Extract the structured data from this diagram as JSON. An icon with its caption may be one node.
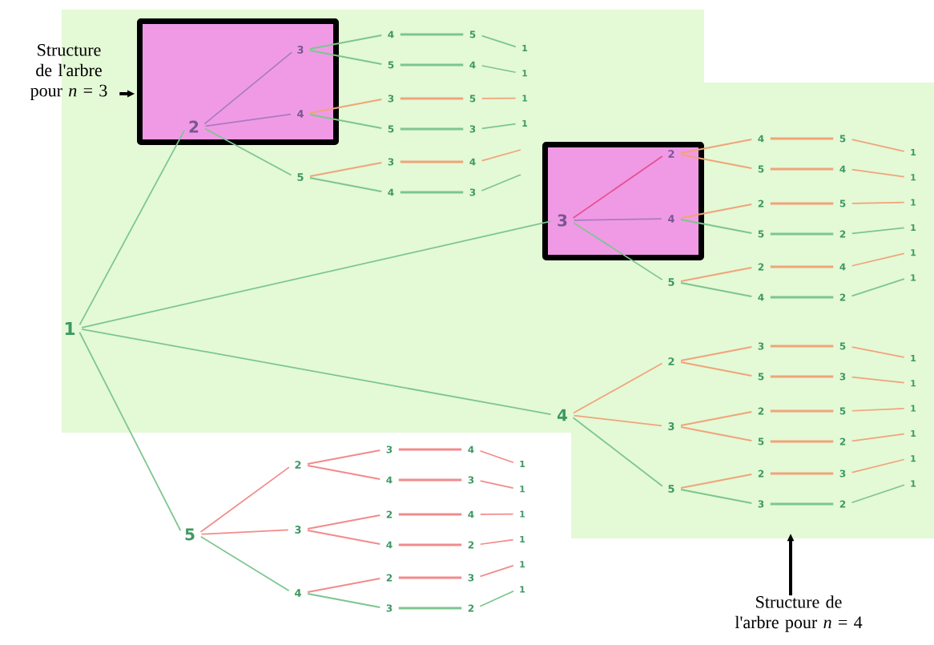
{
  "diagram": {
    "nodes": [
      {
        "text": [
          "Structure de l'arbre pour *n* = 3"
        ]
      },
      {
        "text": [],
        "shape": "box"
      },
      {
        "text": [
          "1"
        ]
      },
      {
        "text": [
          "2"
        ],
        "in": 1
      },
      {
        "text": [
          "3"
        ],
        "in": 1
      },
      {
        "text": [
          "4"
        ]
      },
      {
        "text": [
          "5"
        ]
      },
      {
        "text": [
          "1"
        ]
      },
      {
        "text": [
          "5"
        ]
      },
      {
        "text": [
          "4"
        ]
      },
      {
        "text": [
          "1"
        ]
      },
      {
        "text": [
          "4"
        ],
        "in": 1
      },
      {
        "text": [
          "3"
        ]
      },
      {
        "text": [
          "5"
        ]
      },
      {
        "text": [
          "1"
        ]
      },
      {
        "text": [
          "5"
        ]
      },
      {
        "text": [
          "3"
        ]
      },
      {
        "text": [
          "1"
        ]
      },
      {
        "text": [
          "5"
        ]
      },
      {
        "text": [
          "3"
        ]
      },
      {
        "text": [
          "4"
        ]
      },
      {
        "text": [
          "4"
        ]
      },
      {
        "text": [
          "3"
        ]
      },
      {
        "text": [],
        "shape": "box"
      },
      {
        "text": [
          "3"
        ],
        "in": 23
      },
      {
        "text": [
          "2"
        ],
        "in": 23
      },
      {
        "text": [
          "4"
        ]
      },
      {
        "text": [
          "5"
        ]
      },
      {
        "text": [
          "1"
        ]
      },
      {
        "text": [
          "5"
        ]
      },
      {
        "text": [
          "4"
        ]
      },
      {
        "text": [
          "1"
        ]
      },
      {
        "text": [
          "4"
        ],
        "in": 23
      },
      {
        "text": [
          "2"
        ]
      },
      {
        "text": [
          "5"
        ]
      },
      {
        "text": [
          "1"
        ]
      },
      {
        "text": [
          "5"
        ]
      },
      {
        "text": [
          "2"
        ]
      },
      {
        "text": [
          "1"
        ]
      },
      {
        "text": [
          "5"
        ]
      },
      {
        "text": [
          "2"
        ]
      },
      {
        "text": [
          "4"
        ]
      },
      {
        "text": [
          "1"
        ]
      },
      {
        "text": [
          "4"
        ]
      },
      {
        "text": [
          "2"
        ]
      },
      {
        "text": [
          "1"
        ]
      },
      {
        "text": [
          "4"
        ]
      },
      {
        "text": [
          "2"
        ]
      },
      {
        "text": [
          "3"
        ]
      },
      {
        "text": [
          "5"
        ]
      },
      {
        "text": [
          "1"
        ]
      },
      {
        "text": [
          "5"
        ]
      },
      {
        "text": [
          "3"
        ]
      },
      {
        "text": [
          "1"
        ]
      },
      {
        "text": [
          "3"
        ]
      },
      {
        "text": [
          "2"
        ]
      },
      {
        "text": [
          "5"
        ]
      },
      {
        "text": [
          "1"
        ]
      },
      {
        "text": [
          "5"
        ]
      },
      {
        "text": [
          "2"
        ]
      },
      {
        "text": [
          "1"
        ]
      },
      {
        "text": [
          "5"
        ]
      },
      {
        "text": [
          "2"
        ]
      },
      {
        "text": [
          "3"
        ]
      },
      {
        "text": [
          "1"
        ]
      },
      {
        "text": [
          "3"
        ]
      },
      {
        "text": [
          "2"
        ]
      },
      {
        "text": [
          "1"
        ]
      },
      {
        "text": [
          "5"
        ]
      },
      {
        "text": [
          "2"
        ]
      },
      {
        "text": [
          "3"
        ]
      },
      {
        "text": [
          "4"
        ]
      },
      {
        "text": [
          "1"
        ]
      },
      {
        "text": [
          "4"
        ]
      },
      {
        "text": [
          "3"
        ]
      },
      {
        "text": [
          "1"
        ]
      },
      {
        "text": [
          "3"
        ]
      },
      {
        "text": [
          "2"
        ]
      },
      {
        "text": [
          "4"
        ]
      },
      {
        "text": [
          "1"
        ]
      },
      {
        "text": [
          "4"
        ]
      },
      {
        "text": [
          "2"
        ]
      },
      {
        "text": [
          "1"
        ]
      },
      {
        "text": [
          "4"
        ]
      },
      {
        "text": [
          "2"
        ]
      },
      {
        "text": [
          "3"
        ]
      },
      {
        "text": [
          "1"
        ]
      },
      {
        "text": [
          "3"
        ]
      },
      {
        "text": [
          "2"
        ]
      },
      {
        "text": [
          "1"
        ]
      },
      {
        "text": [
          "Structure de l'arbre pour *n* = 4"
        ]
      }
    ],
    "edges": [
      {
        "from": 0,
        "to": 1,
        "arrow": "to",
        "style": "thick",
        "color": "#000000"
      },
      {
        "from": 2,
        "to": 3,
        "arrow": "none",
        "color": "#7cc68e"
      },
      {
        "from": 2,
        "to": 24,
        "arrow": "none",
        "color": "#7cc68e"
      },
      {
        "from": 2,
        "to": 46,
        "arrow": "none",
        "color": "#7cc68e"
      },
      {
        "from": 2,
        "to": 68,
        "arrow": "none",
        "color": "#7cc68e"
      },
      {
        "from": 3,
        "to": 4,
        "arrow": "none",
        "color": "#a87cc0"
      },
      {
        "from": 3,
        "to": 11,
        "arrow": "none",
        "color": "#a87cc0"
      },
      {
        "from": 3,
        "to": 18,
        "arrow": "none",
        "color": "#7cc68e"
      },
      {
        "from": 4,
        "to": 5,
        "arrow": "none",
        "color": "#7cc68e"
      },
      {
        "from": 5,
        "to": 6,
        "arrow": "none",
        "color": "#7cc68e"
      },
      {
        "from": 6,
        "to": 7,
        "arrow": "none",
        "color": "#7cc68e"
      },
      {
        "from": 4,
        "to": 8,
        "arrow": "none",
        "color": "#7cc68e"
      },
      {
        "from": 8,
        "to": 9,
        "arrow": "none",
        "color": "#7cc68e"
      },
      {
        "from": 9,
        "to": 10,
        "arrow": "none",
        "color": "#7cc68e"
      },
      {
        "from": 11,
        "to": 12,
        "arrow": "none"
      },
      {
        "from": 12,
        "to": 13,
        "arrow": "none"
      },
      {
        "from": 13,
        "to": 14,
        "arrow": "none"
      },
      {
        "from": 11,
        "to": 15,
        "arrow": "none",
        "color": "#7cc68e"
      },
      {
        "from": 15,
        "to": 16,
        "arrow": "none",
        "color": "#7cc68e"
      },
      {
        "from": 16,
        "to": 17,
        "arrow": "none",
        "color": "#7cc68e"
      },
      {
        "from": 18,
        "to": 19,
        "arrow": "none"
      },
      {
        "from": 19,
        "to": 20,
        "arrow": "none"
      },
      {
        "from": 20,
        "to": null,
        "arrow": "none"
      },
      {
        "from": 18,
        "to": 21,
        "arrow": "none",
        "color": "#7cc68e"
      },
      {
        "from": 21,
        "to": 22,
        "arrow": "none",
        "color": "#7cc68e"
      },
      {
        "from": 22,
        "to": null,
        "arrow": "none",
        "color": "#7cc68e"
      },
      {
        "from": 24,
        "to": 25,
        "arrow": "none",
        "color": "#e8508f"
      },
      {
        "from": 24,
        "to": 32,
        "arrow": "none",
        "color": "#a87cc0"
      },
      {
        "from": 24,
        "to": 39,
        "arrow": "none",
        "color": "#7cc68e"
      },
      {
        "from": 25,
        "to": 26,
        "arrow": "none"
      },
      {
        "from": 26,
        "to": 27,
        "arrow": "none"
      },
      {
        "from": 27,
        "to": 28,
        "arrow": "none"
      },
      {
        "from": 25,
        "to": 29,
        "arrow": "none"
      },
      {
        "from": 29,
        "to": 30,
        "arrow": "none"
      },
      {
        "from": 30,
        "to": 31,
        "arrow": "none"
      },
      {
        "from": 32,
        "to": 33,
        "arrow": "none"
      },
      {
        "from": 33,
        "to": 34,
        "arrow": "none"
      },
      {
        "from": 34,
        "to": 35,
        "arrow": "none"
      },
      {
        "from": 32,
        "to": 36,
        "arrow": "none",
        "color": "#7cc68e"
      },
      {
        "from": 36,
        "to": 37,
        "arrow": "none",
        "color": "#7cc68e"
      },
      {
        "from": 37,
        "to": 38,
        "arrow": "none",
        "color": "#7cc68e"
      },
      {
        "from": 39,
        "to": 40,
        "arrow": "none"
      },
      {
        "from": 40,
        "to": 41,
        "arrow": "none"
      },
      {
        "from": 41,
        "to": 42,
        "arrow": "none"
      },
      {
        "from": 39,
        "to": 43,
        "arrow": "none",
        "color": "#7cc68e"
      },
      {
        "from": 43,
        "to": 44,
        "arrow": "none",
        "color": "#7cc68e"
      },
      {
        "from": 44,
        "to": 45,
        "arrow": "none",
        "color": "#7cc68e"
      },
      {
        "from": 46,
        "to": 47,
        "arrow": "none"
      },
      {
        "from": 46,
        "to": 54,
        "arrow": "none"
      },
      {
        "from": 46,
        "to": 61,
        "arrow": "none",
        "color": "#7cc68e"
      },
      {
        "from": 47,
        "to": 48,
        "arrow": "none"
      },
      {
        "from": 48,
        "to": 49,
        "arrow": "none"
      },
      {
        "from": 49,
        "to": 50,
        "arrow": "none"
      },
      {
        "from": 47,
        "to": 51,
        "arrow": "none"
      },
      {
        "from": 51,
        "to": 52,
        "arrow": "none"
      },
      {
        "from": 52,
        "to": 53,
        "arrow": "none"
      },
      {
        "from": 54,
        "to": 55,
        "arrow": "none"
      },
      {
        "from": 55,
        "to": 56,
        "arrow": "none"
      },
      {
        "from": 56,
        "to": 57,
        "arrow": "none"
      },
      {
        "from": 54,
        "to": 58,
        "arrow": "none"
      },
      {
        "from": 58,
        "to": 59,
        "arrow": "none"
      },
      {
        "from": 59,
        "to": 60,
        "arrow": "none"
      },
      {
        "from": 61,
        "to": 62,
        "arrow": "none"
      },
      {
        "from": 62,
        "to": 63,
        "arrow": "none"
      },
      {
        "from": 63,
        "to": 64,
        "arrow": "none"
      },
      {
        "from": 61,
        "to": 65,
        "arrow": "none",
        "color": "#7cc68e"
      },
      {
        "from": 65,
        "to": 66,
        "arrow": "none",
        "color": "#7cc68e"
      },
      {
        "from": 66,
        "to": 67,
        "arrow": "none",
        "color": "#7cc68e"
      },
      {
        "from": 68,
        "to": 69,
        "arrow": "none",
        "color": "#f28b8b"
      },
      {
        "from": 68,
        "to": 76,
        "arrow": "none",
        "color": "#f28b8b"
      },
      {
        "from": 68,
        "to": 83,
        "arrow": "none",
        "color": "#7cc68e"
      },
      {
        "from": 69,
        "to": 70,
        "arrow": "none",
        "color": "#f28b8b"
      },
      {
        "from": 70,
        "to": 71,
        "arrow": "none",
        "color": "#f28b8b"
      },
      {
        "from": 71,
        "to": 72,
        "arrow": "none",
        "color": "#f28b8b"
      },
      {
        "from": 69,
        "to": 73,
        "arrow": "none",
        "color": "#f28b8b"
      },
      {
        "from": 73,
        "to": 74,
        "arrow": "none",
        "color": "#f28b8b"
      },
      {
        "from": 74,
        "to": 75,
        "arrow": "none",
        "color": "#f28b8b"
      },
      {
        "from": 76,
        "to": 77,
        "arrow": "none",
        "color": "#f28b8b"
      },
      {
        "from": 77,
        "to": 78,
        "arrow": "none",
        "color": "#f28b8b"
      },
      {
        "from": 78,
        "to": 79,
        "arrow": "none",
        "color": "#f28b8b"
      },
      {
        "from": 76,
        "to": 80,
        "arrow": "none",
        "color": "#f28b8b"
      },
      {
        "from": 80,
        "to": 81,
        "arrow": "none",
        "color": "#f28b8b"
      },
      {
        "from": 81,
        "to": 82,
        "arrow": "none",
        "color": "#f28b8b"
      },
      {
        "from": 83,
        "to": 84,
        "arrow": "none",
        "color": "#f28b8b"
      },
      {
        "from": 84,
        "to": 85,
        "arrow": "none",
        "color": "#f28b8b"
      },
      {
        "from": 85,
        "to": 86,
        "arrow": "none",
        "color": "#f28b8b"
      },
      {
        "from": 83,
        "to": 87,
        "arrow": "none",
        "color": "#7cc68e"
      },
      {
        "from": 87,
        "to": 88,
        "arrow": "none",
        "color": "#7cc68e"
      },
      {
        "from": 88,
        "to": 89,
        "arrow": "none",
        "color": "#7cc68e"
      },
      {
        "from": 90,
        "to": null,
        "arrow": "to",
        "style": "thick",
        "color": "#000000"
      }
    ]
  }
}
